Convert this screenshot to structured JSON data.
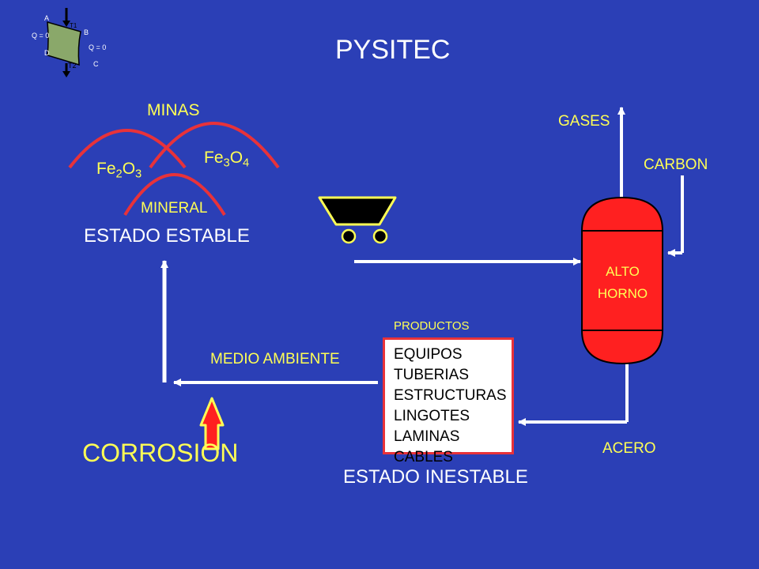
{
  "title": "PYSITEC",
  "mines": {
    "label": "MINAS",
    "oxide1_base": "Fe",
    "oxide1_sub1": "2",
    "oxide1_mid": "O",
    "oxide1_sub2": "3",
    "oxide2_base": "Fe",
    "oxide2_sub1": "3",
    "oxide2_mid": "O",
    "oxide2_sub2": "4",
    "mineral_label": "MINERAL"
  },
  "states": {
    "stable": "ESTADO ESTABLE",
    "unstable": "ESTADO INESTABLE"
  },
  "furnace": {
    "line1": "ALTO",
    "line2": "HORNO",
    "gases": "GASES",
    "carbon": "CARBON",
    "steel": "ACERO"
  },
  "products": {
    "title": "PRODUCTOS",
    "items": [
      "EQUIPOS",
      "TUBERIAS",
      "ESTRUCTURAS",
      "LINGOTES",
      "LAMINAS",
      "CABLES"
    ]
  },
  "environment": "MEDIO AMBIENTE",
  "corrosion": "CORROSION",
  "cycle_icon": {
    "a": "A",
    "b": "B",
    "c": "C",
    "d": "D",
    "t1": "T1",
    "t2": "T2",
    "q_left": "Q = 0",
    "q_right": "Q = 0"
  },
  "colors": {
    "background": "#2b3fb6",
    "label": "#ffff55",
    "furnace": "#ff2020",
    "curves": "#e8323a"
  }
}
